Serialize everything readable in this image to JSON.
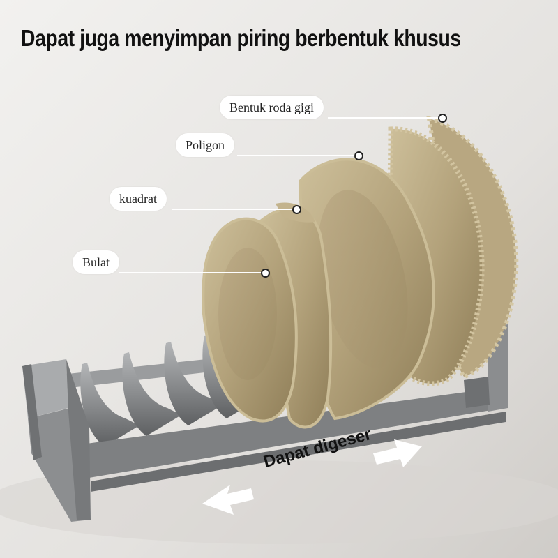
{
  "headline": "Dapat juga menyimpan piring berbentuk khusus",
  "callouts": {
    "gear": "Bentuk roda gigi",
    "polygon": "Poligon",
    "square": "kuadrat",
    "round": "Bulat"
  },
  "slide_label": "Dapat digeser",
  "colors": {
    "background": "#e9e7e5",
    "plate": "#b0a07a",
    "plate_rim": "#c8b993",
    "rack": "#8e9092"
  }
}
